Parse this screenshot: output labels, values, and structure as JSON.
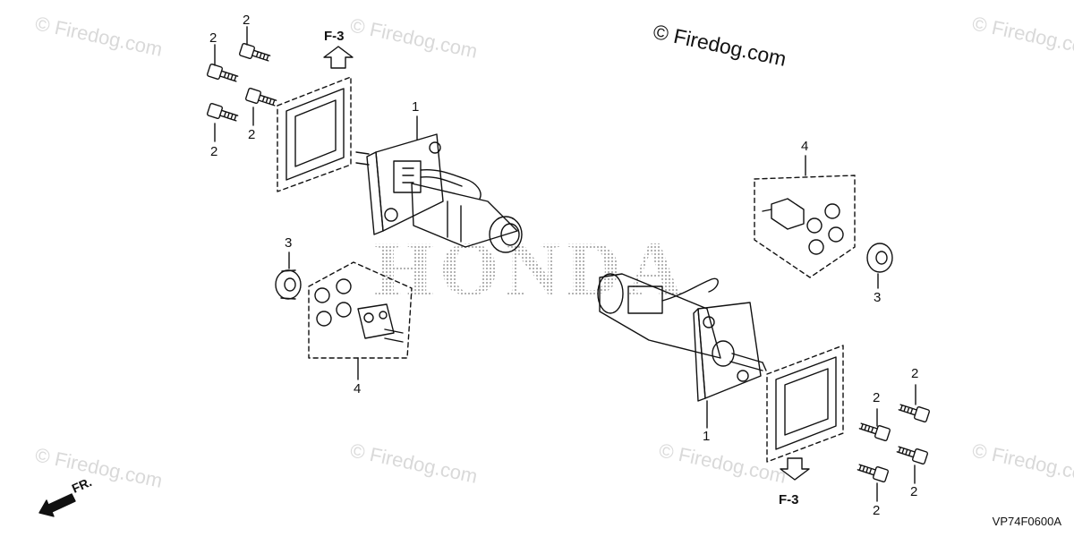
{
  "brand_text": "HONDA",
  "copyright": "© Firedog.com",
  "watermark": "© Firedog.com",
  "diagram_code": "VP74F0600A",
  "direction_label": "FR.",
  "ref_labels": {
    "top": "F-3",
    "bottom": "F-3"
  },
  "callouts": {
    "c1a": "1",
    "c1b": "1",
    "c2a": "2",
    "c2b": "2",
    "c2c": "2",
    "c2d": "2",
    "c2e": "2",
    "c2f": "2",
    "c2g": "2",
    "c2h": "2",
    "c3a": "3",
    "c3b": "3",
    "c4a": "4",
    "c4b": "4"
  },
  "colors": {
    "ink": "#111111",
    "watermark": "#d9d9d9",
    "brand_dots": "#9a9a9a"
  }
}
